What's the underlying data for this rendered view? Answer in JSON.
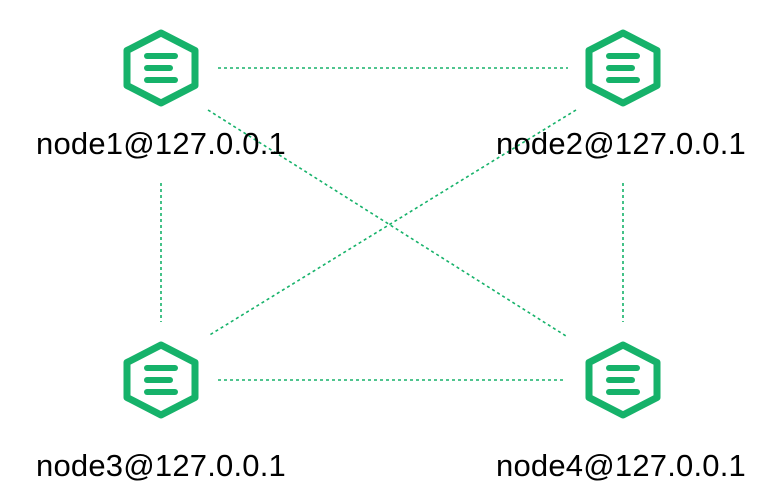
{
  "colors": {
    "accent": "#16b26a",
    "link": "#16b26a",
    "text": "#000000",
    "background": "#ffffff"
  },
  "nodes": [
    {
      "id": "node1",
      "label": "node1@127.0.0.1",
      "icon": "emqx-logo-icon"
    },
    {
      "id": "node2",
      "label": "node2@127.0.0.1",
      "icon": "emqx-logo-icon"
    },
    {
      "id": "node3",
      "label": "node3@127.0.0.1",
      "icon": "emqx-logo-icon"
    },
    {
      "id": "node4",
      "label": "node4@127.0.0.1",
      "icon": "emqx-logo-icon"
    }
  ],
  "links": [
    {
      "from": "node1",
      "to": "node2",
      "style": "dashed"
    },
    {
      "from": "node1",
      "to": "node3",
      "style": "dashed"
    },
    {
      "from": "node1",
      "to": "node4",
      "style": "dashed"
    },
    {
      "from": "node2",
      "to": "node3",
      "style": "dashed"
    },
    {
      "from": "node2",
      "to": "node4",
      "style": "dashed"
    },
    {
      "from": "node3",
      "to": "node4",
      "style": "dashed"
    }
  ]
}
